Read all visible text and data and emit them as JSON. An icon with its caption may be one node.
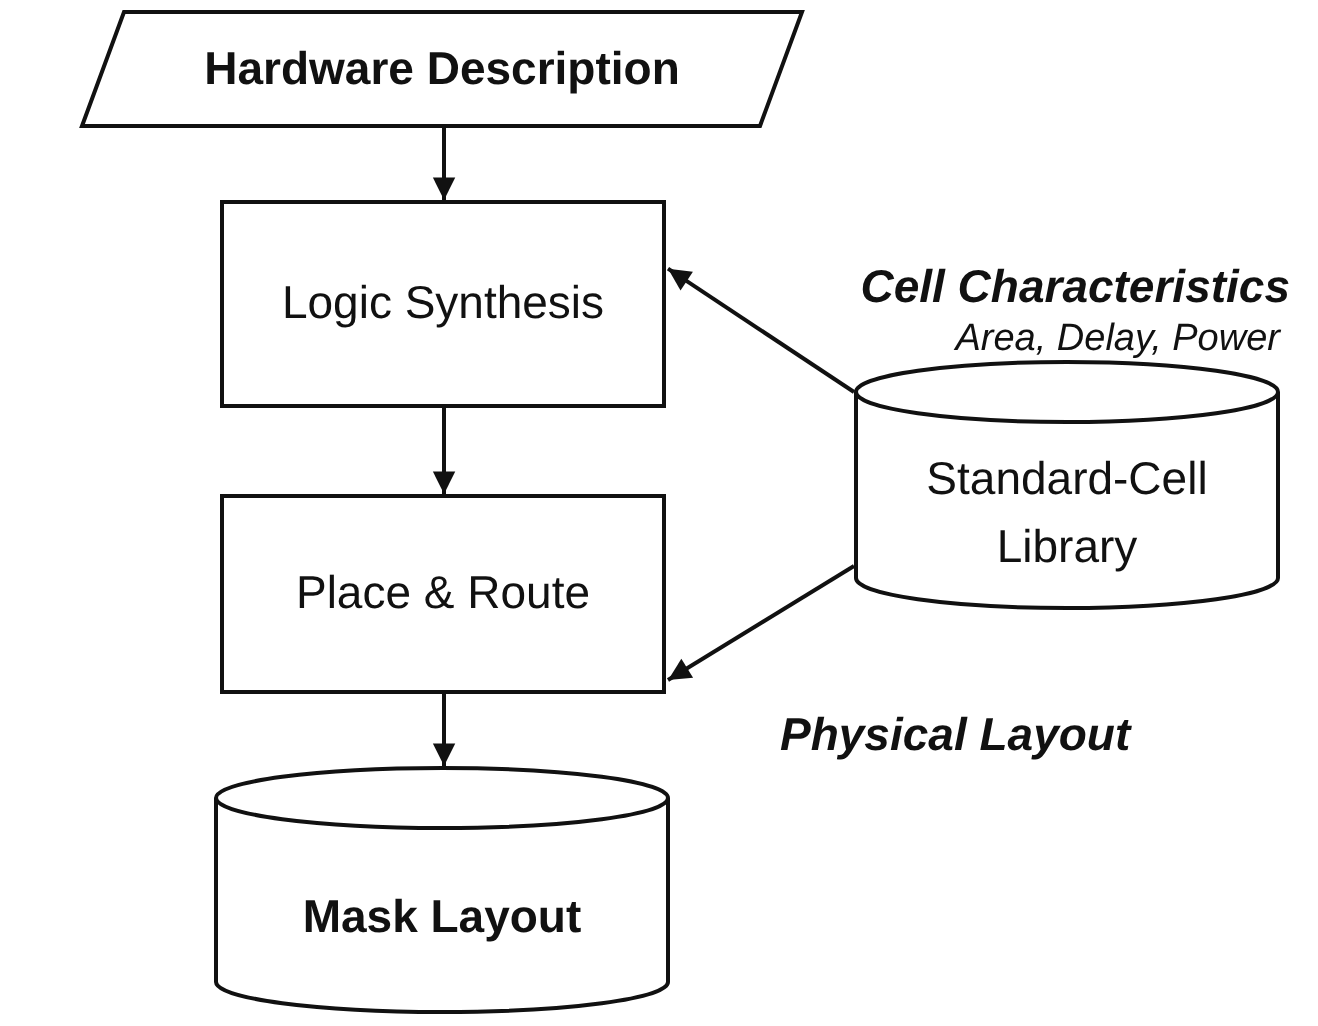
{
  "diagram": {
    "nodes": [
      {
        "text": [
          "Hardware Description"
        ]
      },
      {
        "text": [
          "Logic Synthesis"
        ]
      },
      {
        "text": [
          "Place & Route"
        ]
      },
      {
        "text": [
          "Mask Layout"
        ]
      },
      {
        "text": [
          "Standard-Cell Library"
        ]
      }
    ],
    "edges": [
      {
        "from": 0,
        "to": 1,
        "arrow": "to"
      },
      {
        "from": 1,
        "to": 2,
        "arrow": "to"
      },
      {
        "from": 2,
        "to": 3,
        "arrow": "to"
      },
      {
        "from": 4,
        "to": 1,
        "arrow": "to"
      },
      {
        "from": 4,
        "to": 2,
        "arrow": "to"
      }
    ],
    "labels": [
      "Cell Characteristics",
      "Area, Delay, Power",
      "Physical Layout"
    ]
  }
}
